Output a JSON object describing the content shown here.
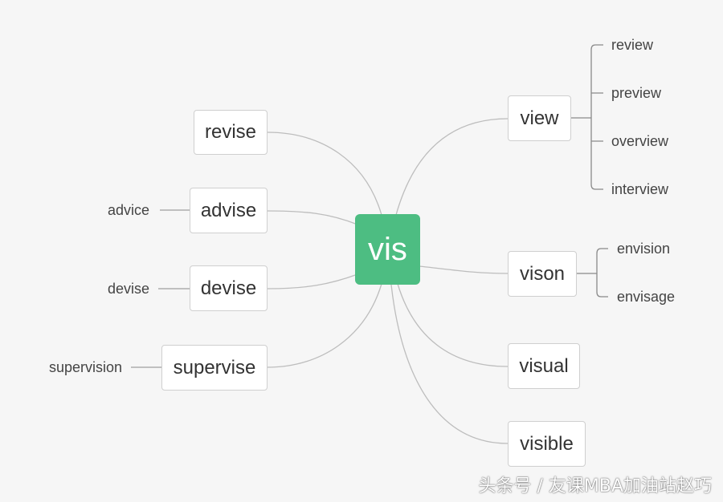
{
  "root": {
    "label": "vis",
    "color": "#4dbd82"
  },
  "left_branches": [
    {
      "label": "revise"
    },
    {
      "label": "advise",
      "related": "advice"
    },
    {
      "label": "devise",
      "related": "devise"
    },
    {
      "label": "supervise",
      "related": "supervision"
    }
  ],
  "right_branches": [
    {
      "label": "view",
      "children": [
        "review",
        "preview",
        "overview",
        "interview"
      ]
    },
    {
      "label": "vison",
      "children": [
        "envision",
        "envisage"
      ]
    },
    {
      "label": "visual"
    },
    {
      "label": "visible"
    }
  ],
  "watermark": "头条号 / 友课MBA加油站赵巧",
  "colors": {
    "background": "#f6f6f6",
    "edge": "#bdbdbd",
    "node_border": "#cfcfcf",
    "text": "#333333"
  }
}
